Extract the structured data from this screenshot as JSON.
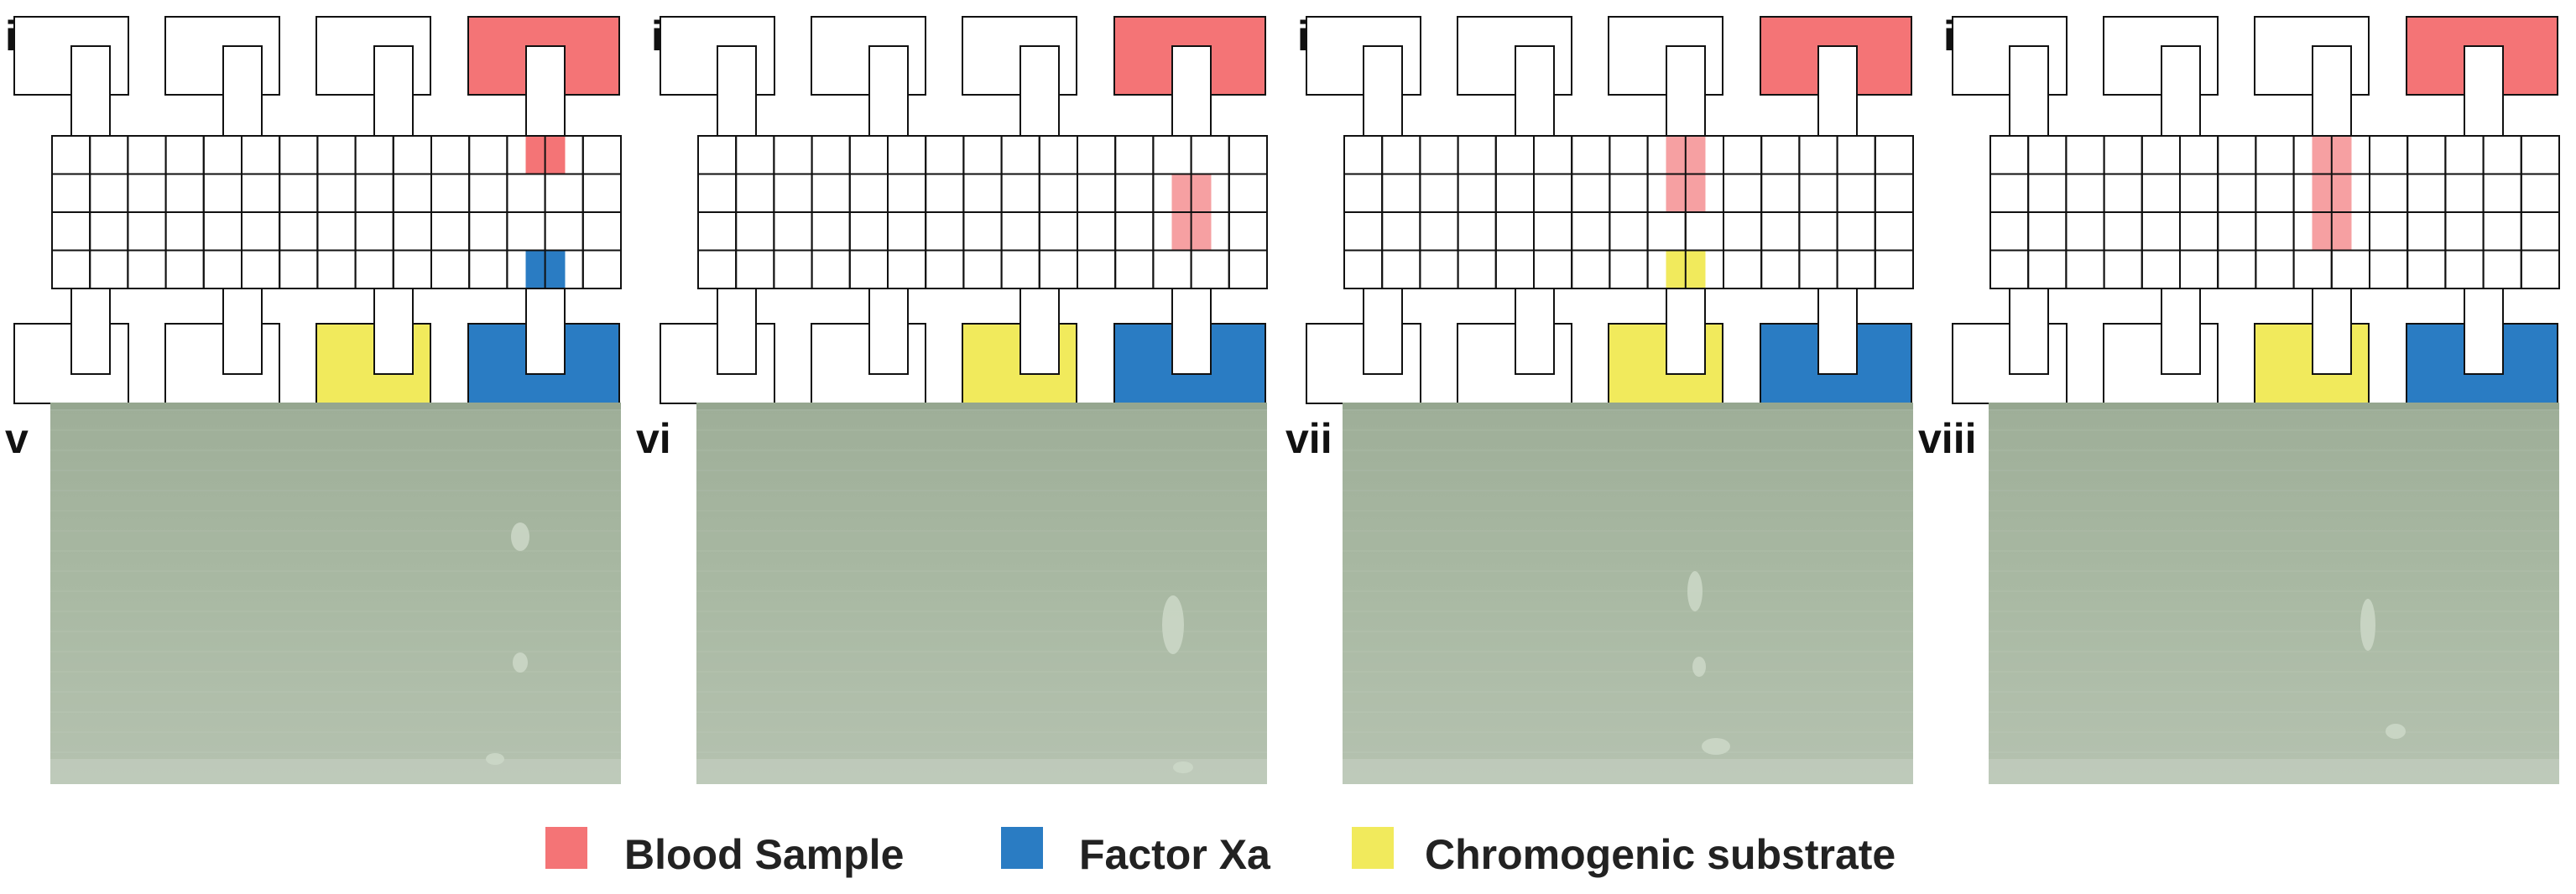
{
  "diagram_panels": [
    {
      "label": "i",
      "cells": [
        {
          "col": 6,
          "row": 0,
          "color": "red"
        },
        {
          "col": 6,
          "row": 3,
          "color": "blue"
        }
      ]
    },
    {
      "label": "ii",
      "cells": [
        {
          "col": 6,
          "row": 1,
          "color": "pink"
        },
        {
          "col": 6,
          "row": 2,
          "color": "pink"
        }
      ]
    },
    {
      "label": "iii",
      "cells": [
        {
          "col": 4,
          "row": 0,
          "color": "pink"
        },
        {
          "col": 4,
          "row": 1,
          "color": "pink"
        },
        {
          "col": 4,
          "row": 3,
          "color": "yellow"
        }
      ]
    },
    {
      "label": "iv",
      "cells": [
        {
          "col": 4,
          "row": 0,
          "color": "pink"
        },
        {
          "col": 4,
          "row": 1,
          "color": "pink"
        },
        {
          "col": 4,
          "row": 2,
          "color": "pink"
        }
      ]
    }
  ],
  "photo_panels": [
    {
      "label": "v"
    },
    {
      "label": "vi"
    },
    {
      "label": "vii"
    },
    {
      "label": "viii"
    }
  ],
  "reservoirs": {
    "top_right": "red",
    "bottom_third": "yellow",
    "bottom_right": "blue"
  },
  "legend": [
    {
      "label": "Blood Sample",
      "color": "red"
    },
    {
      "label": "Factor Xa",
      "color": "blue"
    },
    {
      "label": "Chromogenic substrate",
      "color": "yellow"
    }
  ],
  "colors": {
    "red": "#f47476",
    "pink": "#f6a0a2",
    "blue": "#2a7cc3",
    "yellow": "#f1ea5c",
    "outline": "#111111",
    "photo": "#a5b69f"
  }
}
